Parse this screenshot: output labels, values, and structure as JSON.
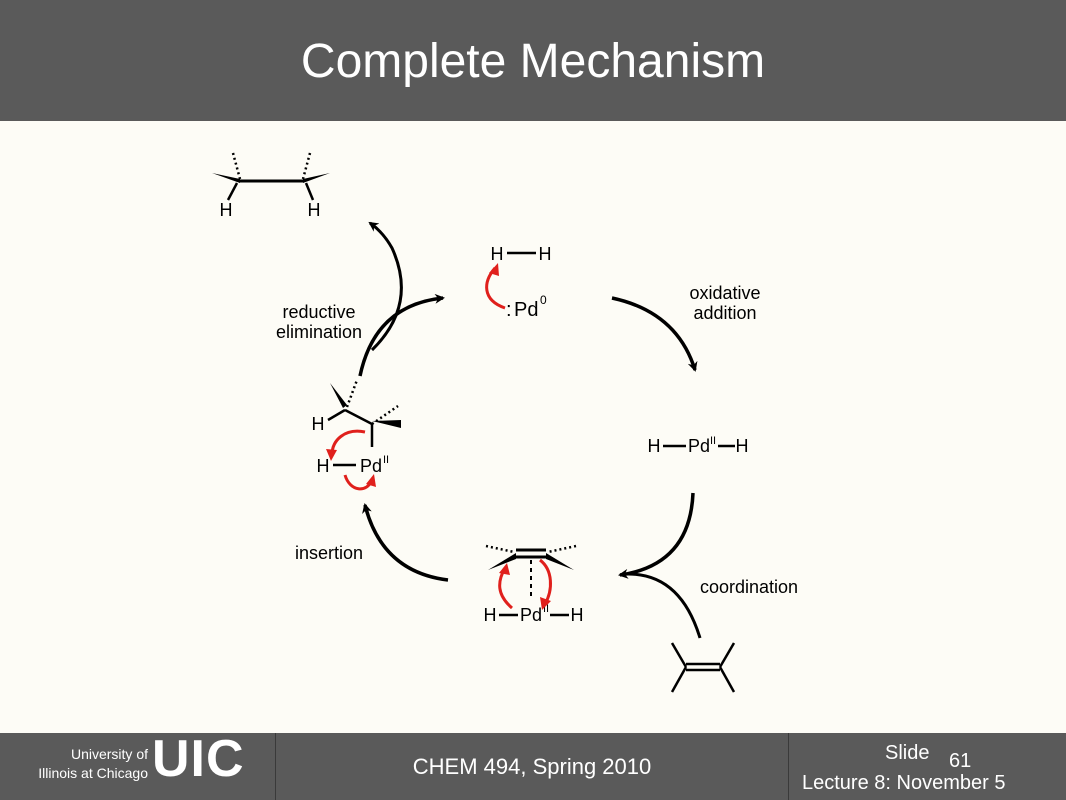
{
  "slide": {
    "title": "Complete Mechanism"
  },
  "diagram": {
    "steps": {
      "oxidative_line1": "oxidative",
      "oxidative_line2": "addition",
      "coordination": "coordination",
      "insertion": "insertion",
      "reductive_line1": "reductive",
      "reductive_line2": "elimination"
    },
    "atoms": {
      "H": "H",
      "Pd": "Pd",
      "Pd0_ox": "0",
      "PdII_ox": "II",
      "lone_pair": ":"
    }
  },
  "footer": {
    "university_line1": "University of",
    "university_line2": "Illinois at Chicago",
    "logo": "UIC",
    "course": "CHEM 494, Spring 2010",
    "slide_label": "Slide",
    "slide_number": "61",
    "lecture": "Lecture 8:  November 5"
  },
  "colors": {
    "header": "#5a5a5a",
    "background": "#fdfcf6",
    "electron_arrow": "#e0201c",
    "ink": "#000000"
  }
}
